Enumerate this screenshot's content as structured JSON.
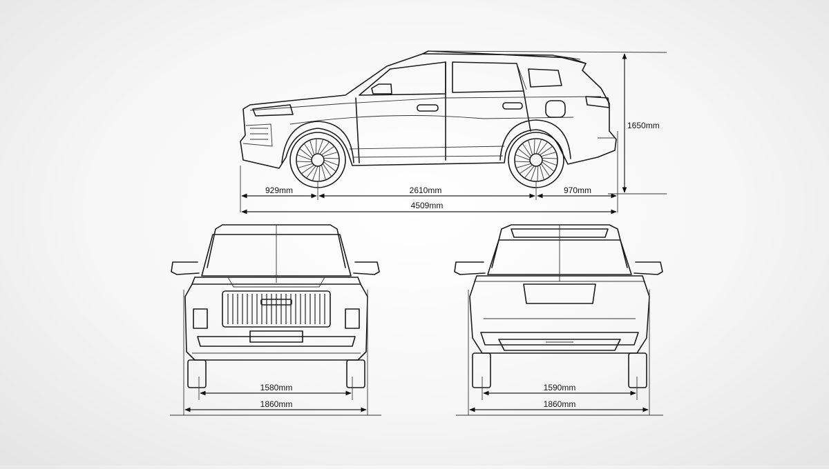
{
  "dimensions": {
    "front_overhang": "929mm",
    "wheelbase": "2610mm",
    "rear_overhang": "970mm",
    "overall_length": "4509mm",
    "height": "1650mm",
    "front_track": "1580mm",
    "front_width": "1860mm",
    "rear_track": "1590mm",
    "rear_width": "1860mm"
  }
}
